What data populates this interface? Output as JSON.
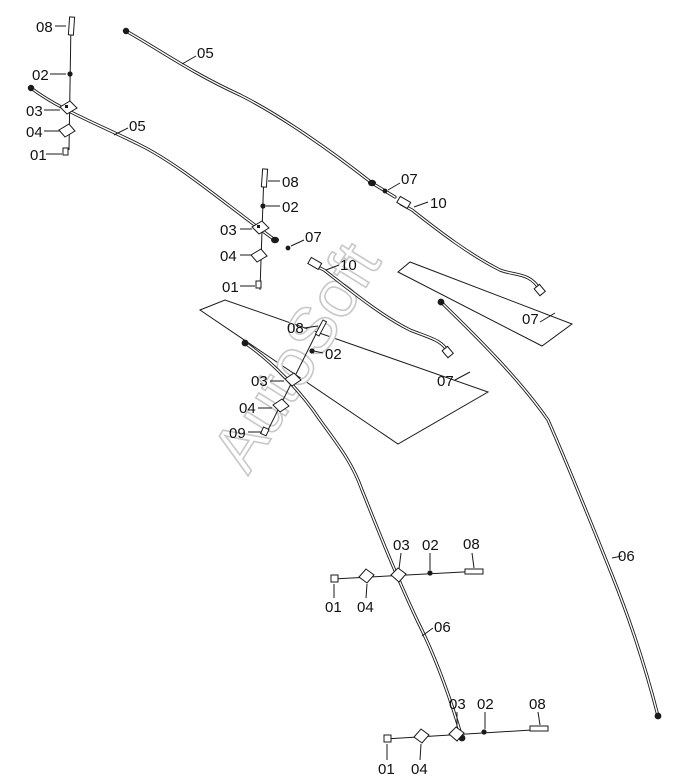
{
  "watermark": "AutoSoft",
  "labels": {
    "p01": "01",
    "p02": "02",
    "p03": "03",
    "p04": "04",
    "p05": "05",
    "p06": "06",
    "p07": "07",
    "p08": "08",
    "p09": "09",
    "p10": "10"
  }
}
